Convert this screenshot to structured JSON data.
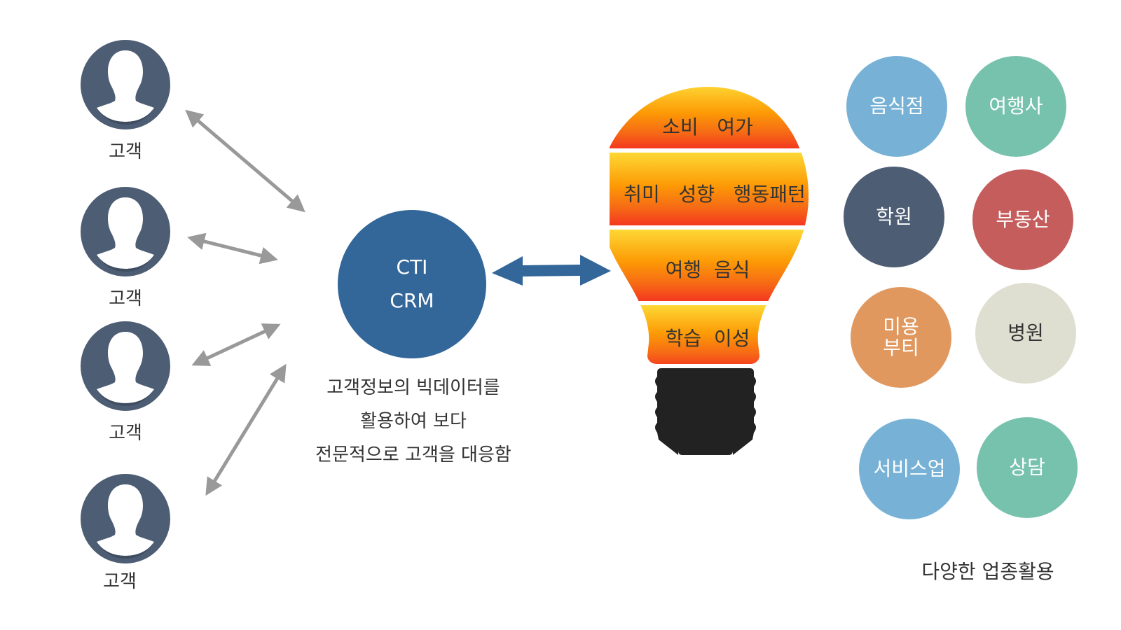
{
  "customers": [
    {
      "label": "고객"
    },
    {
      "label": "고객"
    },
    {
      "label": "고객"
    },
    {
      "label": "고객"
    }
  ],
  "crm": {
    "line1": "CTI",
    "line2": "CRM",
    "description": [
      "고객정보의 빅데이터를",
      "활용하여 보다",
      "전문적으로 고객을 대응함"
    ]
  },
  "bulb": {
    "segments": [
      {
        "label": "소비   여가"
      },
      {
        "label": "취미   성향   행동패턴"
      },
      {
        "label": "여행  음식"
      },
      {
        "label": "학습  이성"
      }
    ],
    "gradient_top": "#fdd835",
    "gradient_bottom": "#f4381f",
    "base_color": "#222222"
  },
  "businesses": {
    "items": [
      {
        "label": "음식점",
        "color": "#77b2d6",
        "text_color": "#ffffff"
      },
      {
        "label": "여행사",
        "color": "#77c2ac",
        "text_color": "#ffffff"
      },
      {
        "label": "학원",
        "color": "#4d5d74",
        "text_color": "#ffffff"
      },
      {
        "label": "부동산",
        "color": "#c65d5d",
        "text_color": "#ffffff"
      },
      {
        "label": "미용\n부티",
        "color": "#e0985f",
        "text_color": "#ffffff"
      },
      {
        "label": "병원",
        "color": "#dfdfd1",
        "text_color": "#333333"
      },
      {
        "label": "서비스업",
        "color": "#77b2d6",
        "text_color": "#ffffff"
      },
      {
        "label": "상담",
        "color": "#77c2ac",
        "text_color": "#ffffff"
      }
    ],
    "caption": "다양한 업종활용"
  },
  "colors": {
    "customer_avatar": "#4d5d74",
    "connector_arrow": "#999999",
    "crm_circle": "#336699"
  }
}
